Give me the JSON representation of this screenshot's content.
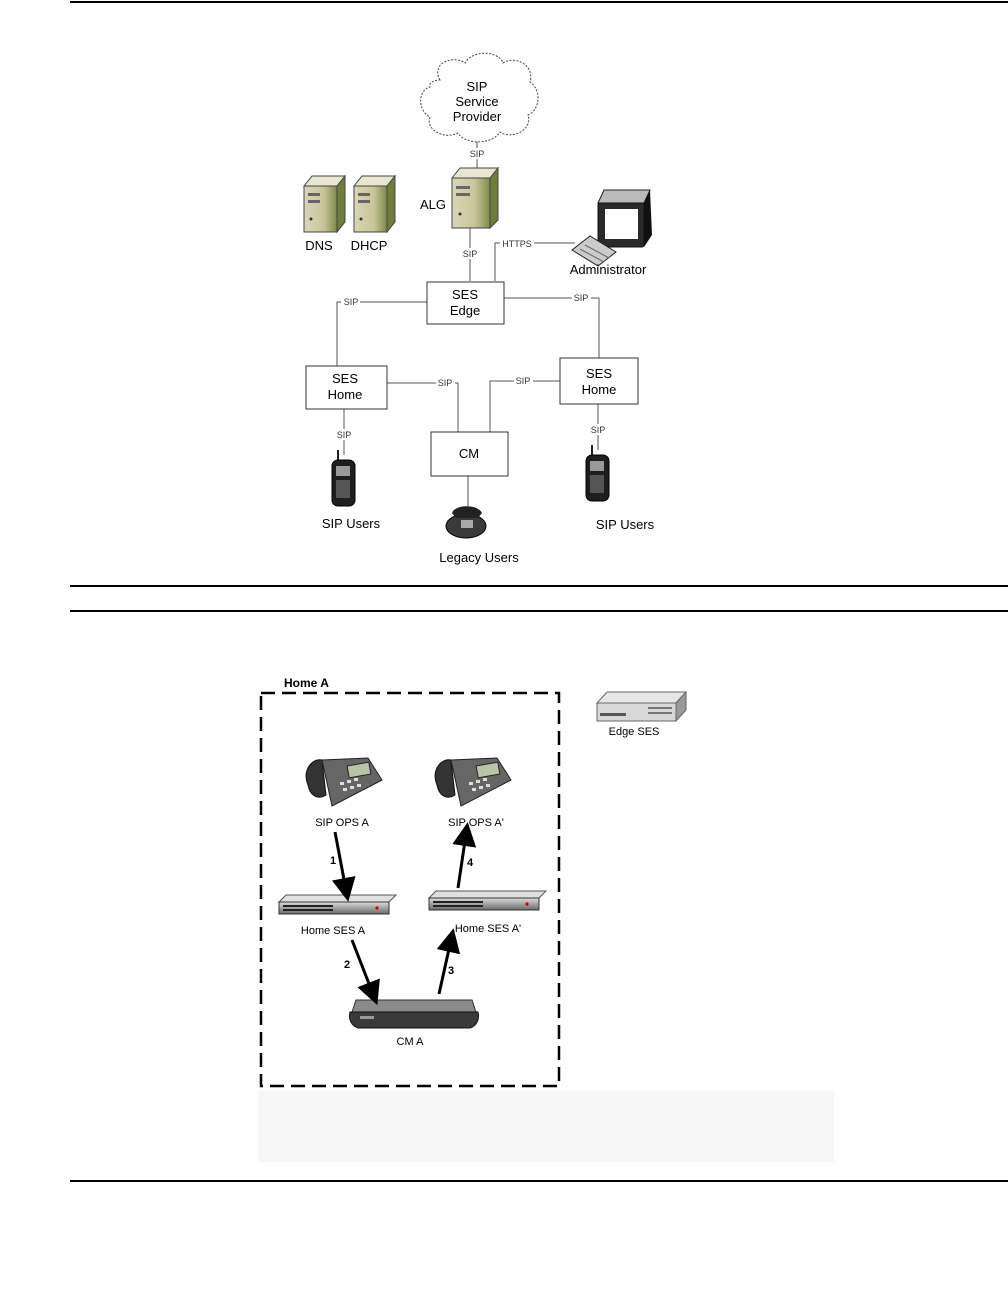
{
  "figure1": {
    "cloud_label": [
      "SIP",
      "Service",
      "Provider"
    ],
    "alg_label": "ALG",
    "dns_label": "DNS",
    "dhcp_label": "DHCP",
    "administrator_label": "Administrator",
    "ses_edge_label": [
      "SES",
      "Edge"
    ],
    "ses_home_left_label": [
      "SES",
      "Home"
    ],
    "ses_home_right_label": [
      "SES",
      "Home"
    ],
    "cm_label": "CM",
    "sip_users_left_label": "SIP Users",
    "sip_users_right_label": "SIP Users",
    "legacy_users_label": "Legacy Users",
    "link_labels": {
      "cloud_alg": "SIP",
      "alg_edge": "SIP",
      "admin": "HTTPS",
      "edge_left": "SIP",
      "edge_right": "SIP",
      "homeleft_cm": "SIP",
      "cm_homeright": "SIP",
      "homeleft_users": "SIP",
      "homeright_users": "SIP"
    }
  },
  "figure2": {
    "home_label": "Home A",
    "edge_ses_label": "Edge SES",
    "phone_a_label": "SIP OPS A",
    "phone_a2_label": "SIP OPS A'",
    "ses_a_label": "Home SES A",
    "ses_a2_label": "Home SES A'",
    "cm_label": "CM A",
    "steps": [
      "1",
      "2",
      "3",
      "4"
    ]
  }
}
